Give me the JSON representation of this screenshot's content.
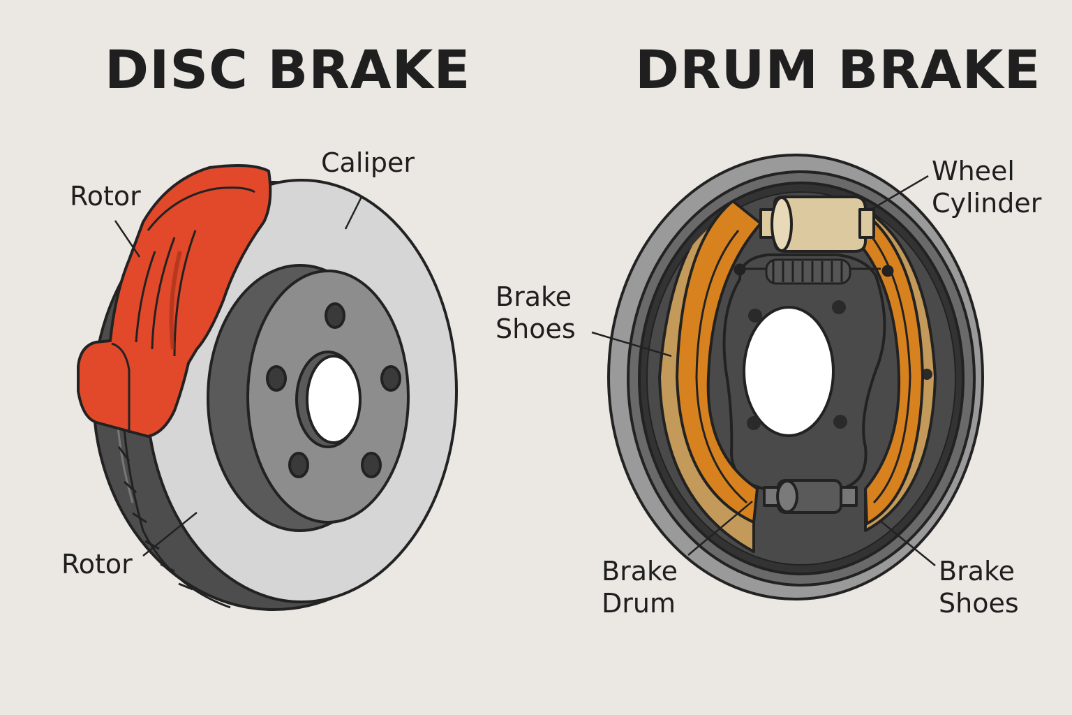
{
  "titles": {
    "disc": "DISC BRAKE",
    "drum": "DRUM BRAKE"
  },
  "labels": {
    "disc_rotor_top": "Rotor",
    "disc_caliper": "Caliper",
    "disc_rotor_bottom": "Rotor",
    "drum_wheel_cylinder": "Wheel\nCylinder",
    "drum_brake_shoes_left": "Brake\nShoes",
    "drum_brake_drum": "Brake\nDrum",
    "drum_brake_shoes_right": "Brake\nShoes"
  },
  "colors": {
    "background": "#ebe8e3",
    "caliper": "#e2482a",
    "rotor_face": "#d6d6d6",
    "hub": "#8a8a8a",
    "drum_rim": "#9a9a9a",
    "backing_plate": "#4a4a4a",
    "shoe_lining": "#d8821f",
    "shoe_plate": "#c49a5a",
    "wheel_cylinder": "#dcc9a0",
    "outline": "#222222"
  }
}
